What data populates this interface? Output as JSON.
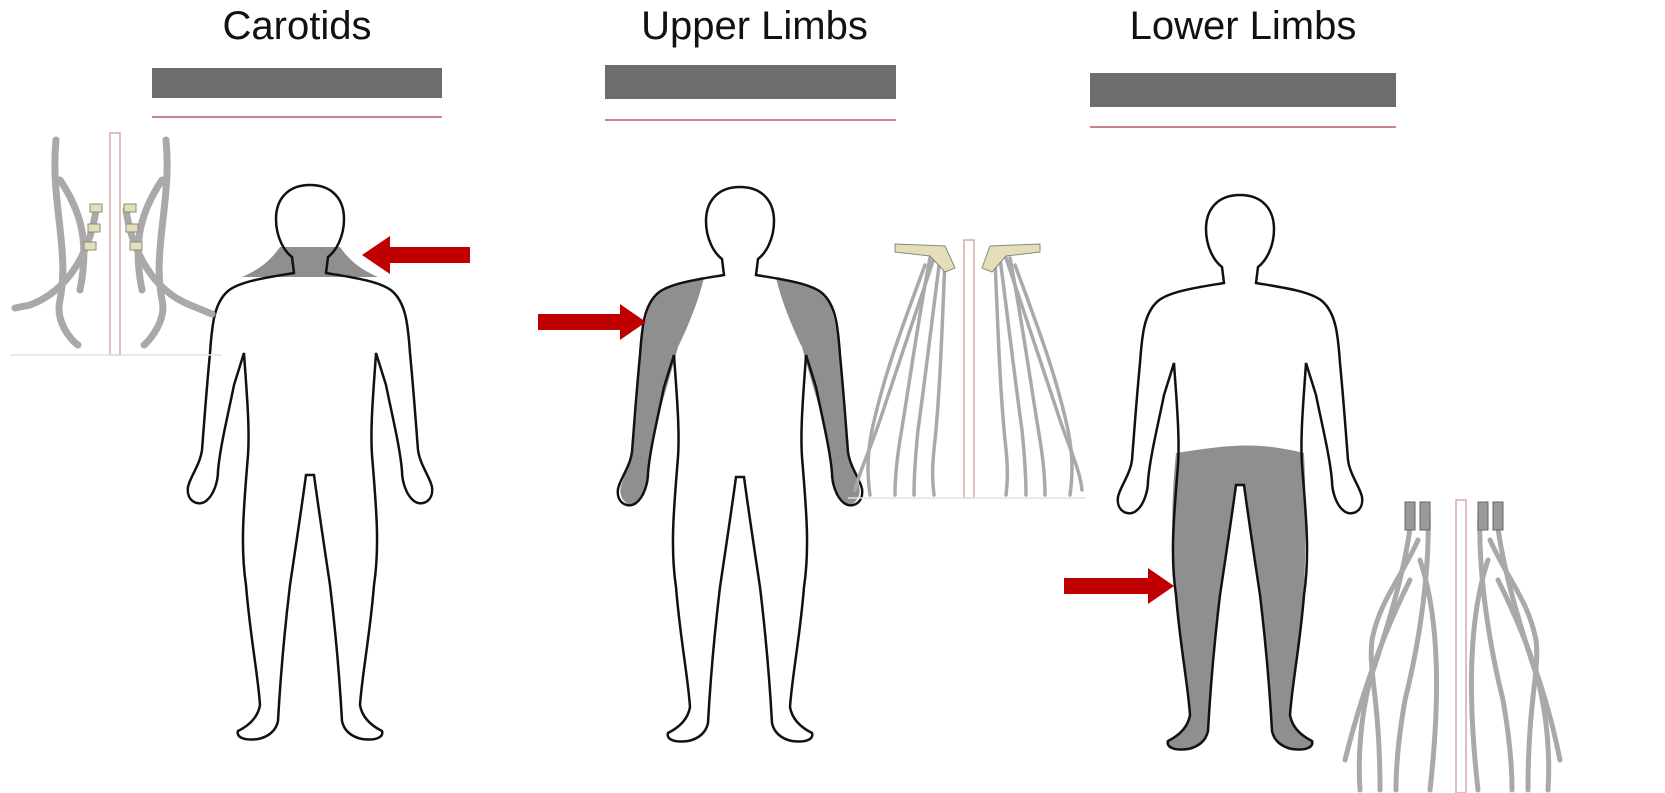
{
  "panels": [
    {
      "title": "Carotids"
    },
    {
      "title": "Upper Limbs"
    },
    {
      "title": "Lower Limbs"
    }
  ],
  "colors": {
    "bar": "#6d6d6d",
    "thin_line": "#c9868a",
    "highlight": "#8f8f8f",
    "arrow": "#c00000",
    "outline": "#111111",
    "vessel": "#b4b4b4",
    "clamp": "#e5dfb8"
  },
  "icons": [
    "human-body-figure",
    "red-arrow",
    "vascular-graft-illustration"
  ]
}
